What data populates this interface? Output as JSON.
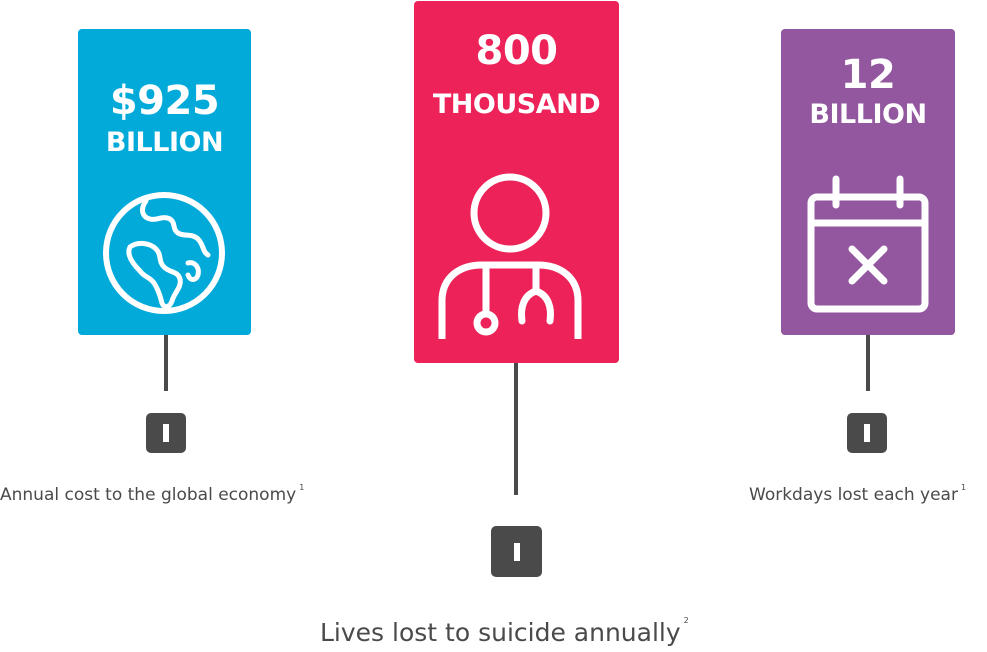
{
  "stats": [
    {
      "value": "$925",
      "unit": "BILLION",
      "caption": "Annual cost to the global economy",
      "footnote": "1",
      "icon": "globe-icon",
      "color": "#02aad9"
    },
    {
      "value": "800",
      "unit": "THOUSAND",
      "caption": "Lives lost to suicide annually",
      "footnote": "2",
      "icon": "doctor-stethoscope-icon",
      "color": "#ec2259"
    },
    {
      "value": "12",
      "unit": "BILLION",
      "caption": "Workdays lost each year",
      "footnote": "1",
      "icon": "calendar-x-icon",
      "color": "#93579f"
    }
  ],
  "colors": {
    "stem": "#4a4a4a",
    "caption_text": "#4a4a4a",
    "icon_stroke": "#ffffff"
  }
}
